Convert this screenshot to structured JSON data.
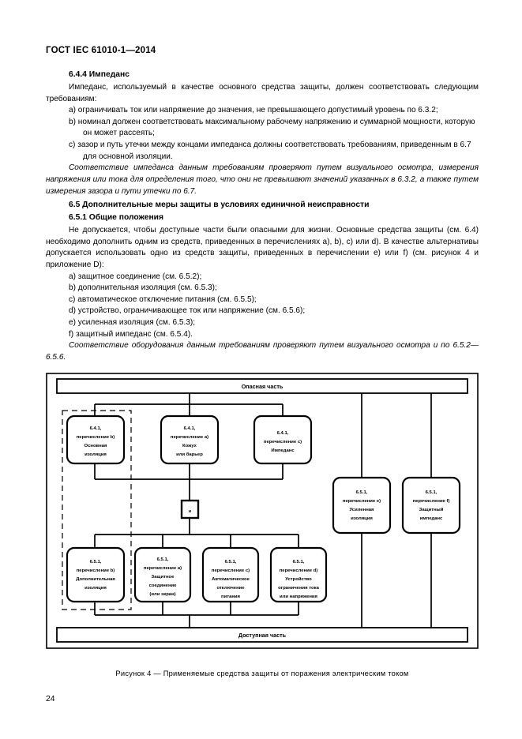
{
  "header": {
    "standard": "ГОСТ IEC 61010-1—2014"
  },
  "page_number": "24",
  "sections": {
    "s644_title": "6.4.4  Импеданс",
    "s644_intro": "Импеданс, используемый в качестве основного средства защиты, должен соответствовать следующим требованиям:",
    "s644_items": [
      "a)  ограничивать ток или напряжение до значения, не превышающего допустимый уровень по 6.3.2;",
      "b)  номинал должен соответствовать максимальному рабочему напряжению и суммарной мощности, которую он может рассеять;",
      "c)  зазор и путь утечки между концами импеданса должны соответствовать требованиям, приведенным в 6.7 для основной изоляции."
    ],
    "s644_verify": "Соответствие импеданса данным требованиям проверяют путем визуального осмотра, измерения напряжения или тока для определения того, что они не превышают значений указанных в 6.3.2, а также путем измерения зазора и пути утечки по 6.7.",
    "s65_title": "6.5  Дополнительные меры защиты в условиях единичной неисправности",
    "s651_title": "6.5.1  Общие положения",
    "s651_intro": "Не допускается, чтобы доступные части были опасными для жизни. Основные средства защиты (см. 6.4) необходимо дополнить одним из средств, приведенных в перечислениях a), b), c) или d). В качестве альтернативы допускается использовать одно из средств защиты, приведенных в перечислении e) или f) (см. рисунок 4 и приложение D):",
    "s651_items": [
      "a)  защитное соединение (см. 6.5.2);",
      "b)  дополнительная изоляция (см. 6.5.3);",
      "c)  автоматическое отключение питания (см. 6.5.5);",
      "d)  устройство, ограничивающее ток или напряжение (см. 6.5.6);",
      "e)  усиленная изоляция (см. 6.5.3);",
      "f)  защитный импеданс (см. 6.5.4)."
    ],
    "s651_verify": "Соответствие оборудования данным требованиям проверяют путем визуального осмотра и по 6.5.2—6.5.6."
  },
  "figure": {
    "caption": "Рисунок  4 — Применяемые средства защиты от поражения электрическим током",
    "top_bar": "Опасная часть",
    "bottom_bar": "Доступная часть",
    "and_node": "и",
    "boxes": {
      "basic_insulation": [
        "6.4.1,",
        "перечисление b)",
        "Основная",
        "изоляция"
      ],
      "enclosure_barrier": [
        "6.4.1,",
        "перечисление a)",
        "Кожух",
        "или барьер"
      ],
      "impedance": [
        "6.4.1,",
        "перечисление c)",
        "Импеданс"
      ],
      "reinforced_insulation": [
        "6.5.1,",
        "перечисление e)",
        "Усиленная",
        "изоляция"
      ],
      "protective_impedance": [
        "6.5.1,",
        "перечисление f)",
        "Защитный",
        "импеданс"
      ],
      "supplementary_insulation": [
        "6.5.1,",
        "перечисление b)",
        "Дополнительная",
        "изоляция"
      ],
      "protective_bonding": [
        "6.5.1,",
        "перечисление a)",
        "Защитное",
        "соединение",
        "(или экран)"
      ],
      "auto_disconnect": [
        "6.5.1,",
        "перечисление c)",
        "Автоматическое",
        "отключение",
        "питания"
      ],
      "current_limiting": [
        "6.5.1,",
        "перечисление d)",
        "Устройство",
        "ограничения тока",
        "или напряжения"
      ]
    }
  }
}
